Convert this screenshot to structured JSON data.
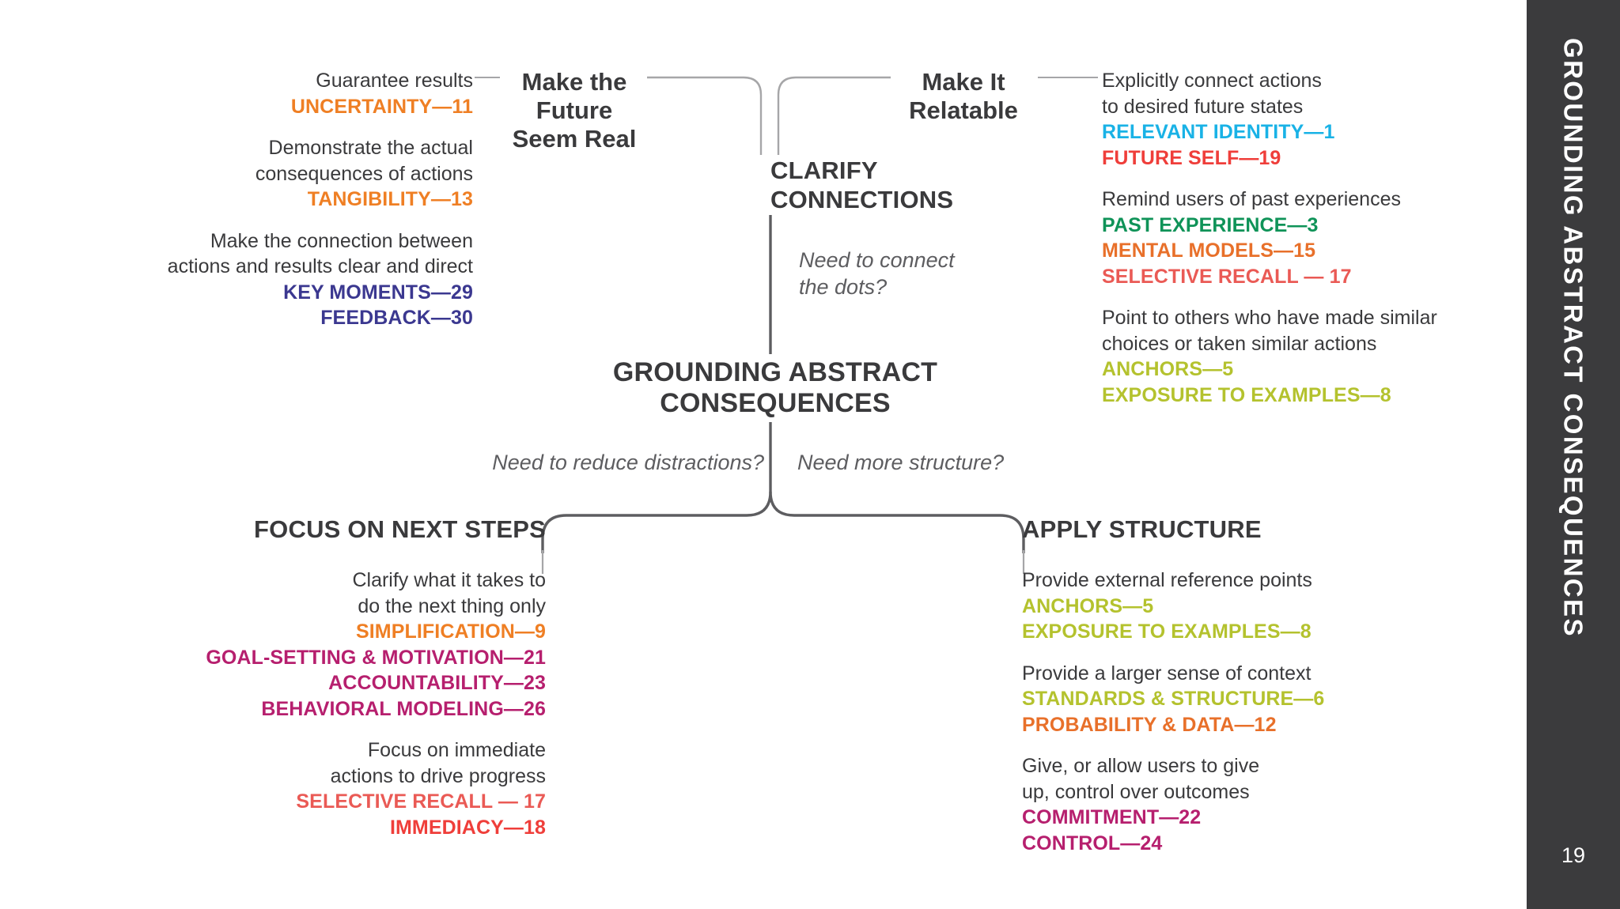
{
  "sidebar": {
    "title": "GROUNDING ABSTRACT CONSEQUENCES",
    "page_number": "19"
  },
  "center": {
    "title": "GROUNDING ABSTRACT CONSEQUENCES"
  },
  "branches": {
    "clarify": {
      "title_line1": "CLARIFY",
      "title_line2": "CONNECTIONS",
      "question_line1": "Need to connect",
      "question_line2": "the dots?",
      "left_label_line1": "Make the",
      "left_label_line2": "Future",
      "left_label_line3": "Seem Real",
      "right_label_line1": "Make It",
      "right_label_line2": "Relatable"
    },
    "focus": {
      "title": "FOCUS ON NEXT STEPS",
      "question": "Need to reduce distractions?"
    },
    "apply": {
      "title": "APPLY STRUCTURE",
      "question": "Need more structure?"
    }
  },
  "colors": {
    "orange": "#ef7f24",
    "deep_orange": "#e8702a",
    "indigo": "#3b3890",
    "cyan": "#19b2e6",
    "red": "#ef3e3a",
    "green": "#0f9358",
    "salmon": "#ea5a55",
    "olive": "#b4c22e",
    "olive_dark": "#b0bd2b",
    "magenta": "#b61f6e",
    "line_light": "#a6a6a8",
    "line_dark": "#5d5d60",
    "sidebar_bg": "#3b3b3d",
    "text": "#3a3a3c"
  },
  "groups": {
    "top_left": [
      {
        "desc": [
          "Guarantee results"
        ],
        "tags": [
          {
            "label": "UNCERTAINTY—11",
            "color": "#ef7f24"
          }
        ]
      },
      {
        "desc": [
          "Demonstrate the actual",
          "consequences of actions"
        ],
        "tags": [
          {
            "label": "TANGIBILITY—13",
            "color": "#ef7f24"
          }
        ]
      },
      {
        "desc": [
          "Make the connection between",
          "actions and results clear and direct"
        ],
        "tags": [
          {
            "label": "KEY MOMENTS—29",
            "color": "#3b3890"
          },
          {
            "label": "FEEDBACK—30",
            "color": "#3b3890"
          }
        ]
      }
    ],
    "top_right": [
      {
        "desc": [
          "Explicitly connect actions",
          "to desired future states"
        ],
        "tags": [
          {
            "label": "RELEVANT IDENTITY—1",
            "color": "#19b2e6"
          },
          {
            "label": "FUTURE SELF—19",
            "color": "#ef3e3a"
          }
        ]
      },
      {
        "desc": [
          "Remind users of past experiences"
        ],
        "tags": [
          {
            "label": "PAST EXPERIENCE—3",
            "color": "#0f9358"
          },
          {
            "label": "MENTAL MODELS—15",
            "color": "#e8702a"
          },
          {
            "label": "SELECTIVE RECALL — 17",
            "color": "#ea5a55"
          }
        ]
      },
      {
        "desc": [
          "Point to others who have made similar",
          "choices or taken similar actions"
        ],
        "tags": [
          {
            "label": "ANCHORS—5",
            "color": "#b4c22e"
          },
          {
            "label": "EXPOSURE TO EXAMPLES—8",
            "color": "#b4c22e"
          }
        ]
      }
    ],
    "bottom_left": [
      {
        "desc": [
          "Clarify what it takes to",
          "do the next thing only"
        ],
        "tags": [
          {
            "label": "SIMPLIFICATION—9",
            "color": "#ef7f24"
          },
          {
            "label": "GOAL-SETTING & MOTIVATION—21",
            "color": "#b61f6e"
          },
          {
            "label": "ACCOUNTABILITY—23",
            "color": "#b61f6e"
          },
          {
            "label": "BEHAVIORAL MODELING—26",
            "color": "#b61f6e"
          }
        ]
      },
      {
        "desc": [
          "Focus on immediate",
          "actions to drive progress"
        ],
        "tags": [
          {
            "label": "SELECTIVE RECALL — 17",
            "color": "#ea5a55"
          },
          {
            "label": "IMMEDIACY—18",
            "color": "#ef3e3a"
          }
        ]
      }
    ],
    "bottom_right": [
      {
        "desc": [
          "Provide external reference points"
        ],
        "tags": [
          {
            "label": "ANCHORS—5",
            "color": "#b4c22e"
          },
          {
            "label": "EXPOSURE TO EXAMPLES—8",
            "color": "#b4c22e"
          }
        ]
      },
      {
        "desc": [
          "Provide a larger sense of context"
        ],
        "tags": [
          {
            "label": "STANDARDS & STRUCTURE—6",
            "color": "#b4c22e"
          },
          {
            "label": "PROBABILITY & DATA—12",
            "color": "#e8702a"
          }
        ]
      },
      {
        "desc": [
          "Give, or allow users to give",
          "up, control over outcomes"
        ],
        "tags": [
          {
            "label": "COMMITMENT—22",
            "color": "#b61f6e"
          },
          {
            "label": "CONTROL—24",
            "color": "#b61f6e"
          }
        ]
      }
    ]
  }
}
